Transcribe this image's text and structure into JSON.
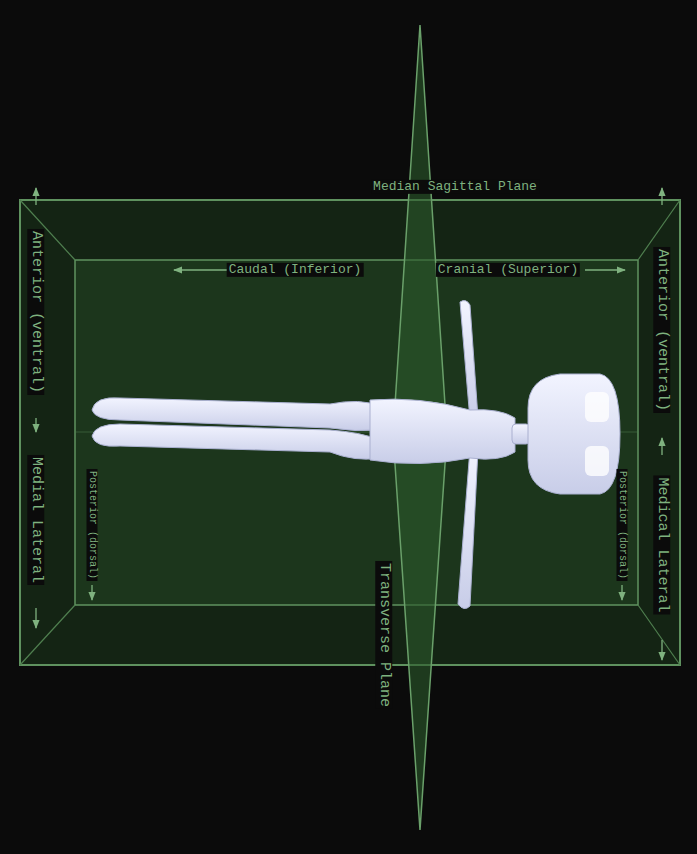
{
  "diagram": {
    "labels": [
      "Median Sagittal Plane",
      "Caudal (Inferior)",
      "Cranial (Superior)",
      "Anterior (ventral)",
      "Medial Lateral",
      "Posterior (dorsal)",
      "Anterior (ventral)",
      "Medical Lateral",
      "Posterior (dorsal)",
      "Transverse Plane"
    ]
  }
}
